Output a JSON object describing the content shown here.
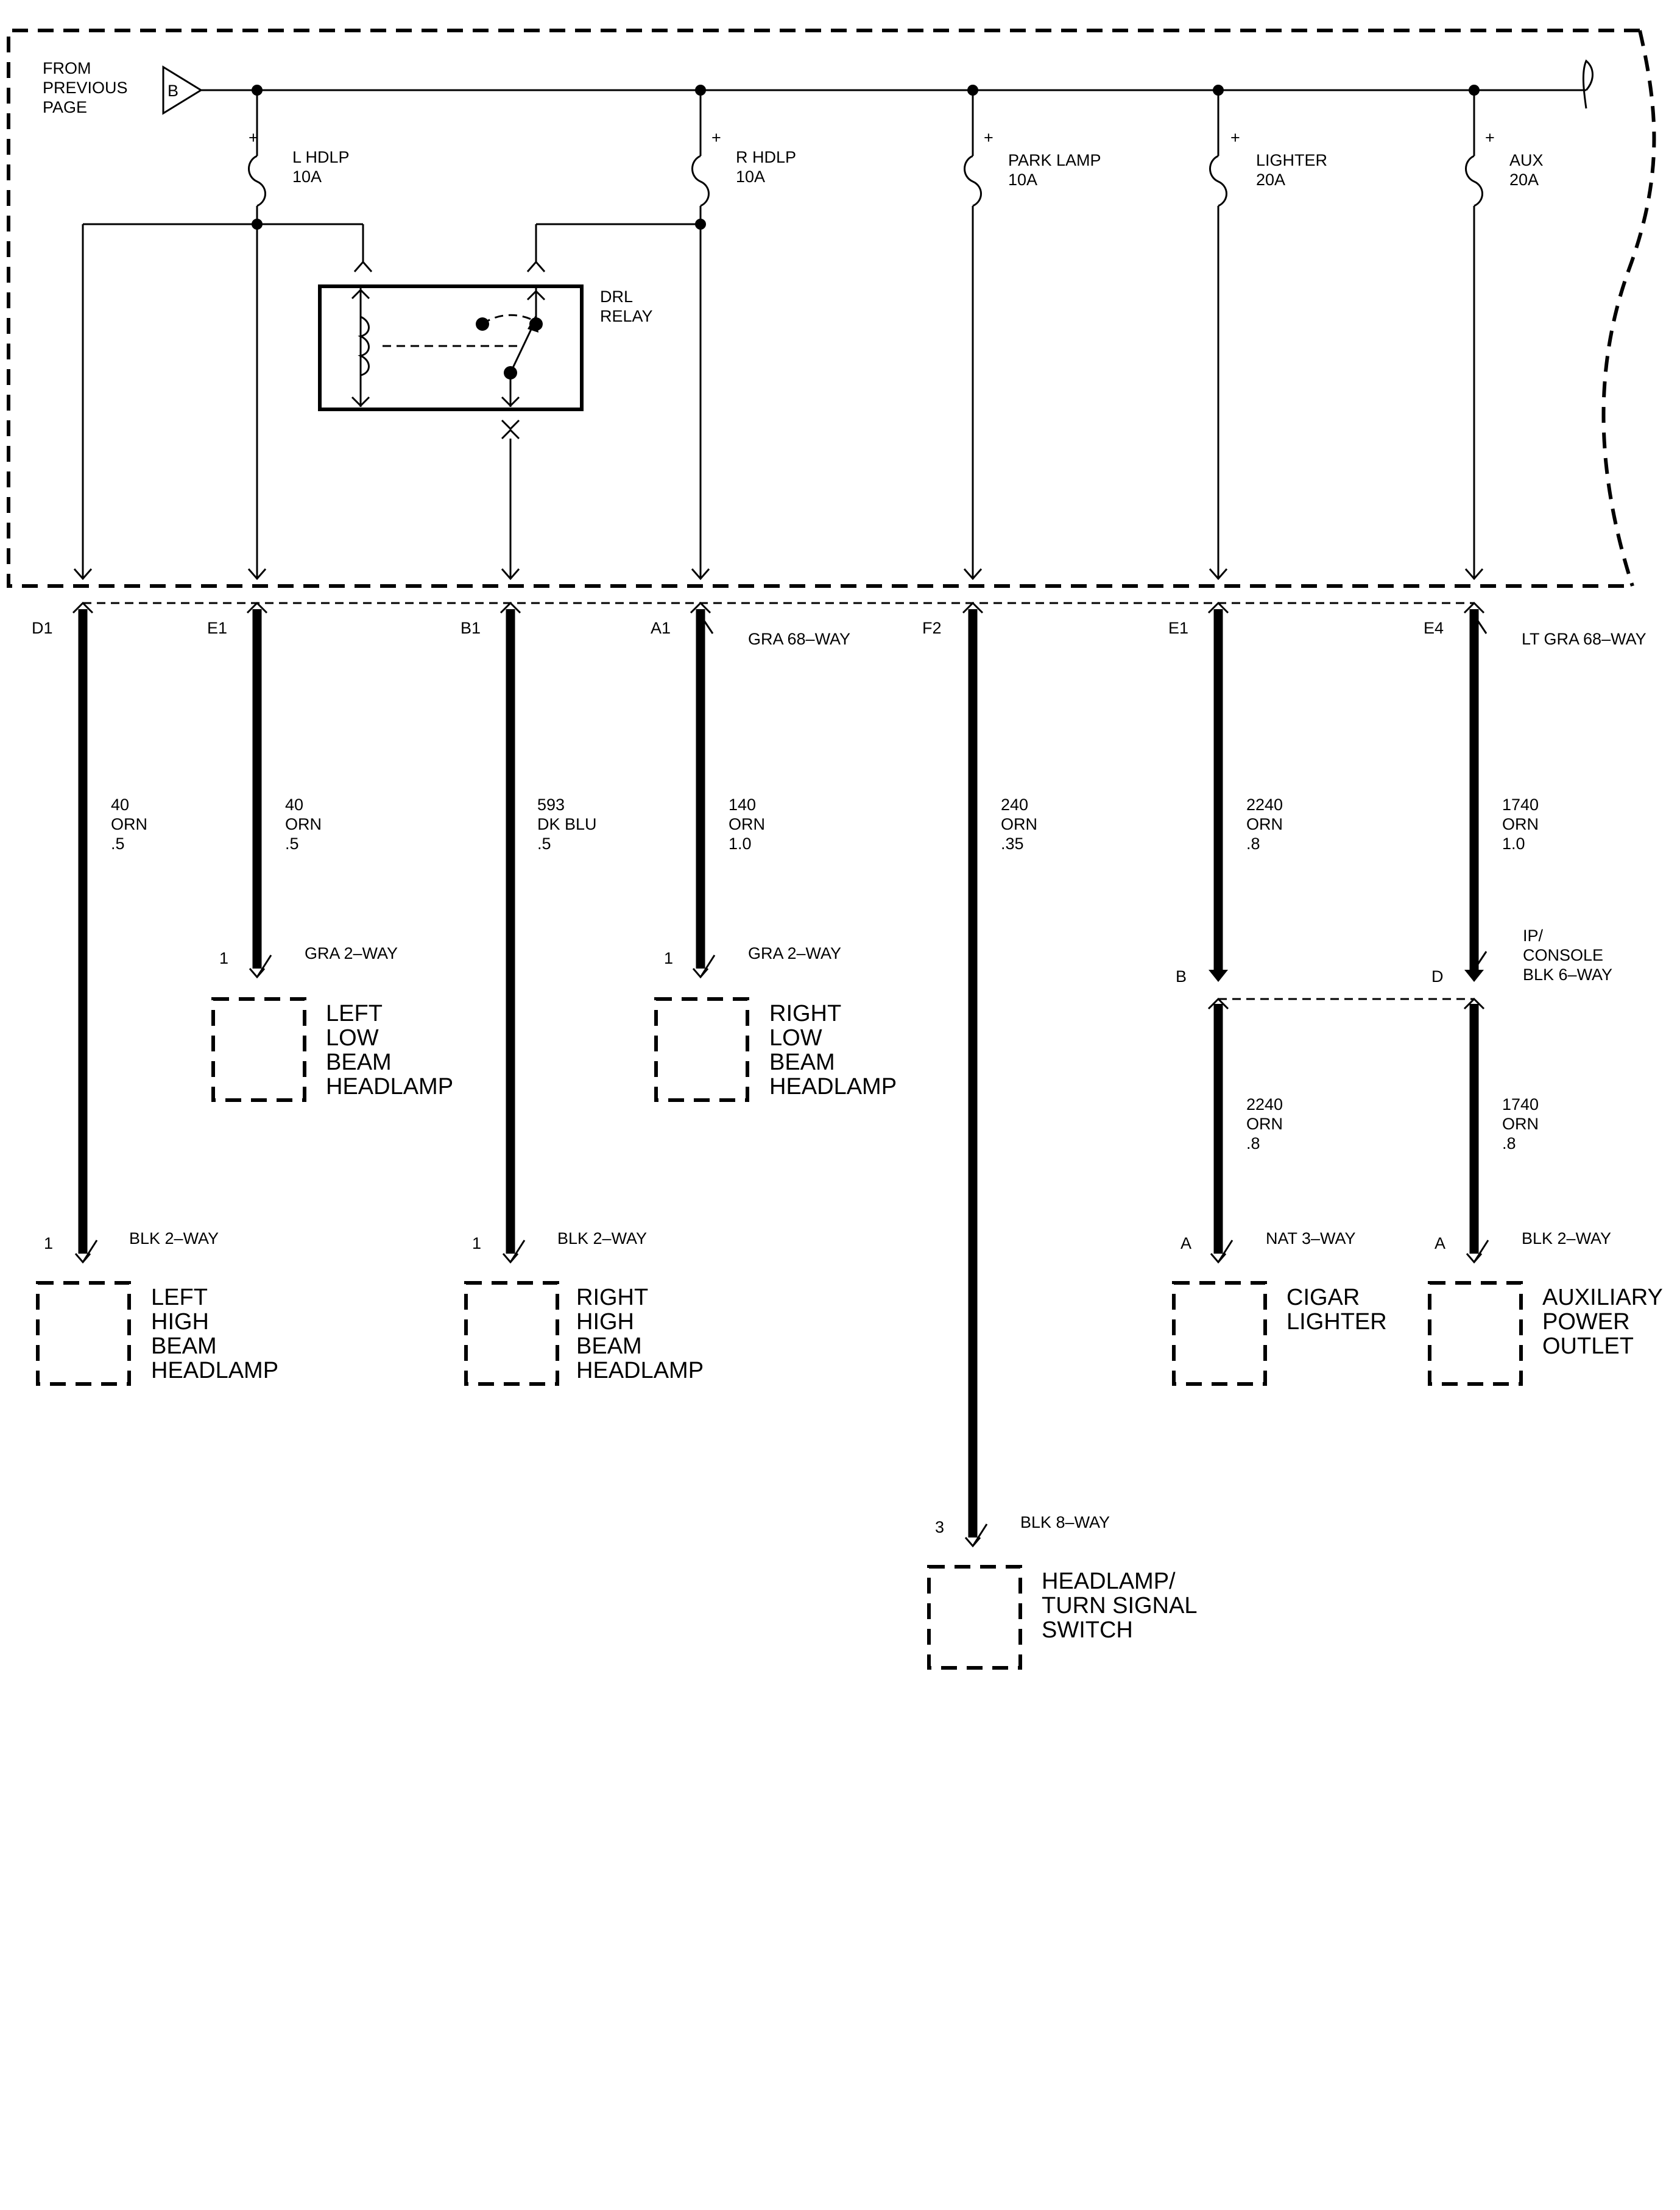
{
  "page_ref": {
    "from_lines": [
      "FROM",
      "PREVIOUS",
      "PAGE"
    ],
    "connector_letter": "B"
  },
  "fuses": [
    {
      "id": "l-hdlp",
      "plus": "+",
      "lines": [
        "L HDLP",
        "10A"
      ]
    },
    {
      "id": "r-hdlp",
      "plus": "+",
      "lines": [
        "R HDLP",
        "10A"
      ]
    },
    {
      "id": "park-lamp",
      "plus": "+",
      "lines": [
        "PARK LAMP",
        "10A"
      ]
    },
    {
      "id": "lighter",
      "plus": "+",
      "lines": [
        "LIGHTER",
        "20A"
      ]
    },
    {
      "id": "aux",
      "plus": "+",
      "lines": [
        "AUX",
        "20A"
      ]
    }
  ],
  "relay": {
    "lines": [
      "DRL",
      "RELAY"
    ]
  },
  "connector_pins": {
    "d1": "D1",
    "e1a": "E1",
    "b1": "B1",
    "a1": "A1",
    "f2": "F2",
    "e1b": "E1",
    "e4": "E4"
  },
  "connectors": {
    "gra68": "GRA 68–WAY",
    "ltgra68": "LT GRA 68–WAY",
    "console": [
      "IP/",
      "CONSOLE",
      "BLK 6–WAY"
    ],
    "console_pins": {
      "b": "B",
      "d": "D"
    }
  },
  "wires": [
    {
      "id": "d1",
      "lines": [
        "40",
        "ORN",
        ".5"
      ]
    },
    {
      "id": "e1",
      "lines": [
        "40",
        "ORN",
        ".5"
      ]
    },
    {
      "id": "b1",
      "lines": [
        "593",
        "DK BLU",
        ".5"
      ]
    },
    {
      "id": "a1",
      "lines": [
        "140",
        "ORN",
        "1.0"
      ]
    },
    {
      "id": "f2",
      "lines": [
        "240",
        "ORN",
        ".35"
      ]
    },
    {
      "id": "lighter-up",
      "lines": [
        "2240",
        "ORN",
        ".8"
      ]
    },
    {
      "id": "aux-up",
      "lines": [
        "1740",
        "ORN",
        "1.0"
      ]
    },
    {
      "id": "lighter-down",
      "lines": [
        "2240",
        "ORN",
        ".8"
      ]
    },
    {
      "id": "aux-down",
      "lines": [
        "1740",
        "ORN",
        ".8"
      ]
    }
  ],
  "components": [
    {
      "id": "left-low",
      "pin": "1",
      "connector": "GRA 2–WAY",
      "lines": [
        "LEFT",
        "LOW",
        "BEAM",
        "HEADLAMP"
      ]
    },
    {
      "id": "right-low",
      "pin": "1",
      "connector": "GRA 2–WAY",
      "lines": [
        "RIGHT",
        "LOW",
        "BEAM",
        "HEADLAMP"
      ]
    },
    {
      "id": "left-high",
      "pin": "1",
      "connector": "BLK 2–WAY",
      "lines": [
        "LEFT",
        "HIGH",
        "BEAM",
        "HEADLAMP"
      ]
    },
    {
      "id": "right-high",
      "pin": "1",
      "connector": "BLK 2–WAY",
      "lines": [
        "RIGHT",
        "HIGH",
        "BEAM",
        "HEADLAMP"
      ]
    },
    {
      "id": "cigar",
      "pin": "A",
      "connector": "NAT 3–WAY",
      "lines": [
        "CIGAR",
        "LIGHTER"
      ]
    },
    {
      "id": "aux-outlet",
      "pin": "A",
      "connector": "BLK 2–WAY",
      "lines": [
        "AUXILIARY",
        "POWER",
        "OUTLET"
      ]
    },
    {
      "id": "hl-switch",
      "pin": "3",
      "connector": "BLK 8–WAY",
      "lines": [
        "HEADLAMP/",
        "TURN SIGNAL",
        "SWITCH"
      ]
    }
  ]
}
